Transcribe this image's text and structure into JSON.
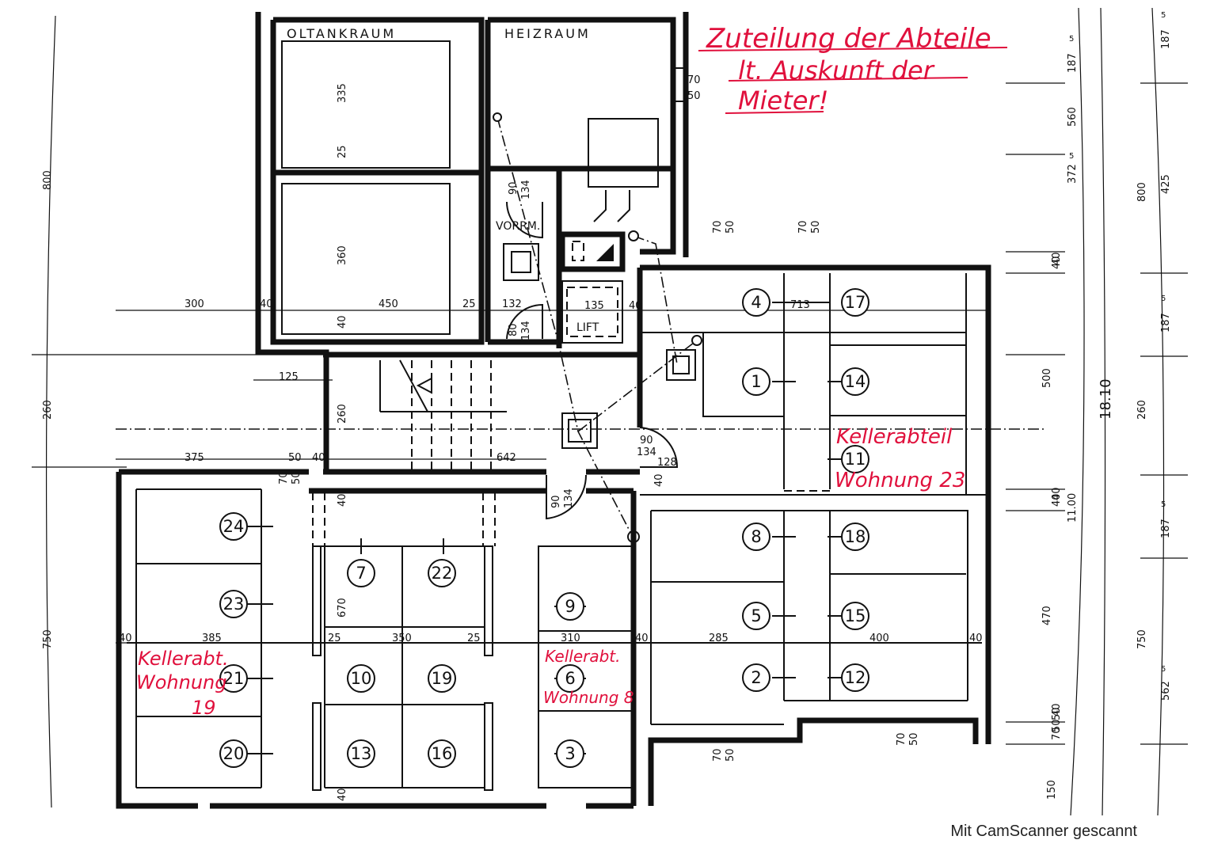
{
  "rooms": {
    "oltankraum": "OLTANKRAUM",
    "heizraum": "HEIZRAUM",
    "vorrm": "VORRM.",
    "lift": "LIFT"
  },
  "annotations": {
    "heading_line1": "Zuteilung der Abteile",
    "heading_line2": "lt. Auskunft der",
    "heading_line3": "Mieter!",
    "kellerabteil_label": "Kellerabteil",
    "kellerabteil_wohnung": "Wohnung 23",
    "kellerabt_left_label": "Kellerabt.",
    "kellerabt_left_wohnung": "Wohnung",
    "kellerabt_left_num": "19",
    "kellerabt_mid_label": "Kellerabt.",
    "kellerabt_mid_wohnung": "Wohnung 8"
  },
  "compartments": [
    "1",
    "2",
    "3",
    "4",
    "5",
    "6",
    "7",
    "8",
    "9",
    "10",
    "11",
    "12",
    "13",
    "14",
    "15",
    "16",
    "17",
    "18",
    "19",
    "20",
    "21",
    "22",
    "23",
    "24"
  ],
  "dimensions": {
    "d300": "300",
    "d40a": "40",
    "d450": "450",
    "d25a": "25",
    "d132": "132",
    "d135": "135",
    "d40b": "40",
    "d335": "335",
    "d25v": "25",
    "d360": "360",
    "d40v": "40",
    "d125": "125",
    "d260v": "260",
    "d375": "375",
    "d50": "50",
    "d40c": "40",
    "d642": "642",
    "d90a": "90",
    "d134a": "134",
    "d80": "80",
    "d134b": "134",
    "d90b": "90",
    "d134c": "134",
    "d128": "128",
    "d40d": "40",
    "d90c": "90",
    "d134d": "134",
    "d713": "713",
    "d40e": "40",
    "d385": "385",
    "d25b": "25",
    "d350": "350",
    "d25c": "25",
    "d310": "310",
    "d40f": "40",
    "d285": "285",
    "d400": "400",
    "d40g": "40",
    "d670": "670",
    "d40h": "40",
    "d40i": "40",
    "d40j": "40",
    "d40k": "40",
    "d70_50a": "70",
    "d50a": "50",
    "d70_50b": "70",
    "d50b": "50",
    "d70_50c": "70",
    "d50c": "50",
    "d70_50d": "70",
    "d50d": "50",
    "d70_50e": "70",
    "d50e": "50",
    "d70_50f": "70",
    "d50f": "50",
    "d70_50g": "70",
    "d50g": "50",
    "left800": "800",
    "left260": "260",
    "left750": "750",
    "r1_187": "187",
    "r1_5a": "5",
    "r1_560": "560",
    "r1_372": "372",
    "r1_5b": "5",
    "r1_40a": "40",
    "r1_500": "500",
    "r1_40b": "40",
    "r1_470": "470",
    "r1_40c": "40",
    "r1_50": "50",
    "r1_150": "150",
    "r1_1100": "11.00",
    "r_1810": "18.10",
    "r2_187a": "187",
    "r2_5a": "5",
    "r2_800": "800",
    "r2_425": "425",
    "r2_187b": "187",
    "r2_5b": "5",
    "r2_260": "260",
    "r2_187c": "187",
    "r2_5c": "5",
    "r2_750": "750",
    "r2_562": "562",
    "r2_5d": "5"
  },
  "footer": {
    "scanner": "Mit CamScanner gescannt"
  },
  "colors": {
    "ink": "#111111",
    "handwriting": "#e0103c",
    "paper": "#ffffff"
  }
}
